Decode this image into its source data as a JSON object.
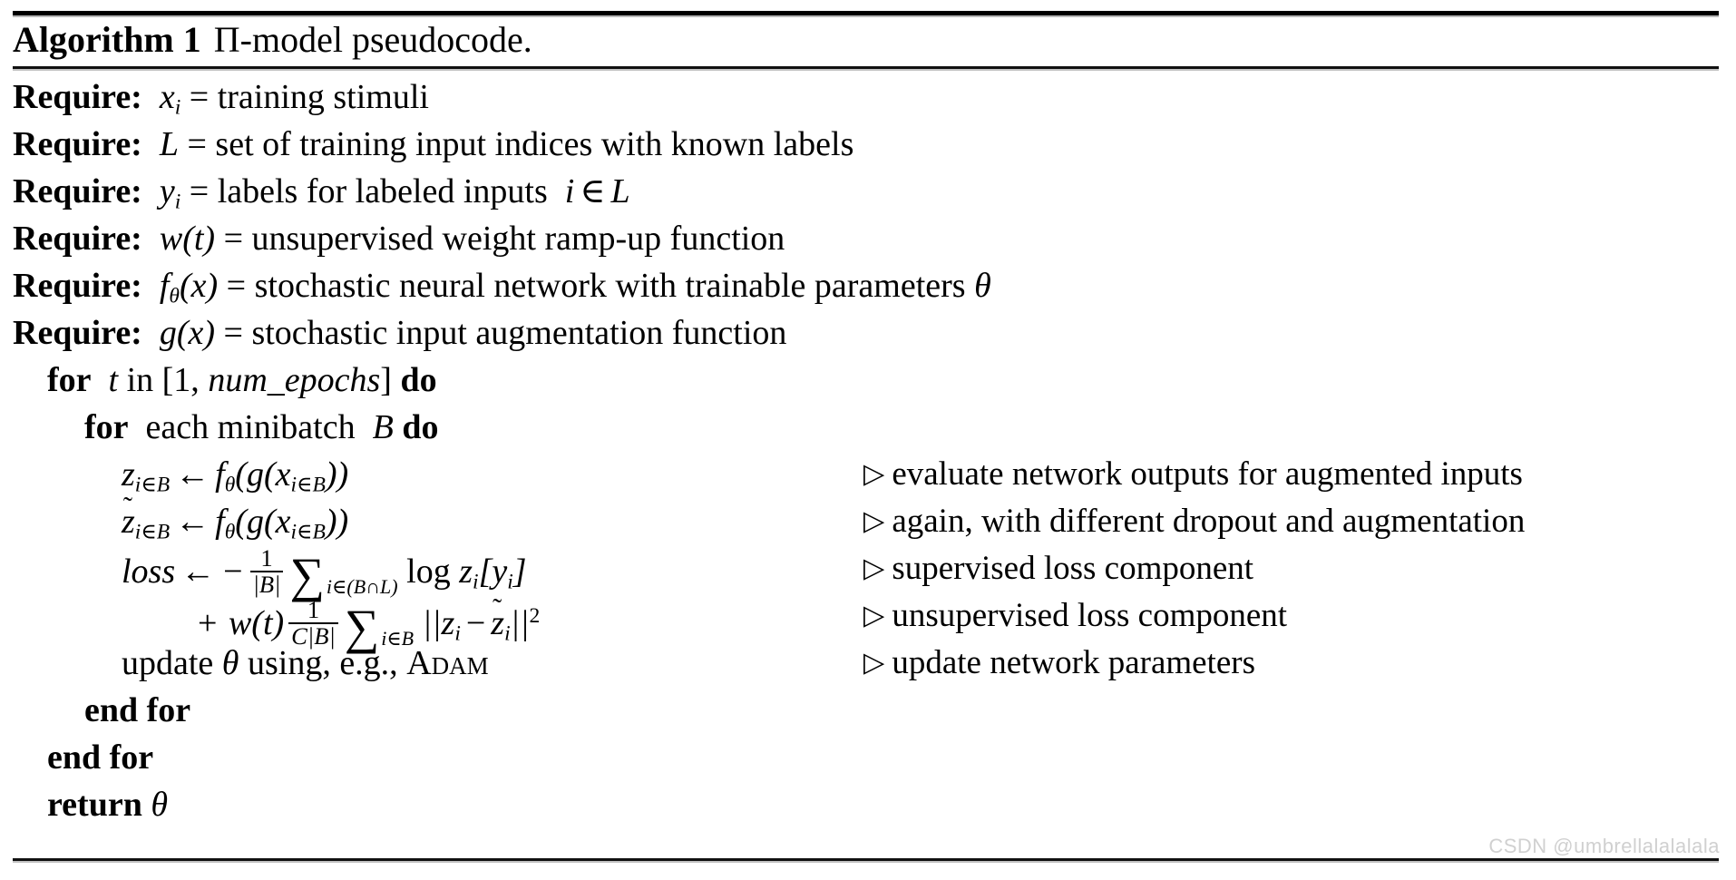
{
  "document": {
    "type": "algorithm-pseudocode-block",
    "caption": {
      "label": "Algorithm 1",
      "title": "Π-model pseudocode."
    },
    "rules": {
      "top": "double-rule",
      "middle": "rule",
      "bottom": "rule"
    },
    "requires": [
      {
        "keyword": "Require:",
        "symbol": "xᵢ",
        "text": "= training stimuli"
      },
      {
        "keyword": "Require:",
        "symbol": "L",
        "text": "= set of training input indices with known labels"
      },
      {
        "keyword": "Require:",
        "symbol": "yᵢ",
        "text": "= labels for labeled inputs i ∈ L"
      },
      {
        "keyword": "Require:",
        "symbol": "w(t)",
        "text": "= unsupervised weight ramp-up function"
      },
      {
        "keyword": "Require:",
        "symbol": "fθ(x)",
        "text": "= stochastic neural network with trainable parameters θ"
      },
      {
        "keyword": "Require:",
        "symbol": "g(x)",
        "text": "= stochastic input augmentation function"
      }
    ],
    "lines": [
      {
        "id": "for-epochs",
        "indent": 1,
        "code": "for t in [1, num_epochs] do",
        "comment": ""
      },
      {
        "id": "for-minibatch",
        "indent": 2,
        "code": "for each minibatch B do",
        "comment": ""
      },
      {
        "id": "eval-z",
        "indent": 3,
        "code": "zᵢ∈B ← fθ(g(xᵢ∈B))",
        "comment": "▷ evaluate network outputs for augmented inputs"
      },
      {
        "id": "eval-ztilde",
        "indent": 3,
        "code": "z̃ᵢ∈B ← fθ(g(xᵢ∈B))",
        "comment": "▷ again, with different dropout and augmentation"
      },
      {
        "id": "loss-supervised",
        "indent": 3,
        "code": "loss ← − 1/|B| Σᵢ∈(B∩L) log zᵢ[yᵢ]",
        "comment": "▷ supervised loss component"
      },
      {
        "id": "loss-unsupervised",
        "indent": 4,
        "code": "+ w(t) 1/(C|B|) Σᵢ∈B ||zᵢ − z̃ᵢ||²",
        "comment": "▷ unsupervised loss component"
      },
      {
        "id": "update-theta",
        "indent": 3,
        "code": "update θ using, e.g., ADAM",
        "comment": "▷ update network parameters"
      },
      {
        "id": "end-for-inner",
        "indent": 2,
        "code": "end for",
        "comment": ""
      },
      {
        "id": "end-for-outer",
        "indent": 1,
        "code": "end for",
        "comment": ""
      },
      {
        "id": "return",
        "indent": 1,
        "code": "return θ",
        "comment": ""
      }
    ],
    "comments": {
      "eval_outputs": "evaluate network outputs for augmented inputs",
      "again_dropout": "again, with different dropout and augmentation",
      "supervised_loss": "supervised loss component",
      "unsupervised_loss": "unsupervised loss component",
      "update_params": "update network parameters"
    },
    "keywords": {
      "require": "Require:",
      "for": "for",
      "in": "in",
      "do": "do",
      "each_minibatch": "each minibatch",
      "end_for": "end for",
      "return": "return",
      "update": "update",
      "using": "using, e.g.,",
      "adam": "Adam",
      "log": "log"
    },
    "text_fragments": {
      "req1": "= training stimuli",
      "req2": "= set of training input indices with known labels",
      "req3_a": "= labels for labeled inputs",
      "req4": "= unsupervised weight ramp-up function",
      "req5": "= stochastic neural network with trainable parameters",
      "req6": "= stochastic input augmentation function",
      "num_epochs": "num_epochs"
    },
    "symbols": {
      "x": "x",
      "y": "y",
      "z": "z",
      "L": "L",
      "B": "B",
      "C": "C",
      "t": "t",
      "i": "i",
      "w": "w",
      "f": "f",
      "g": "g",
      "theta": "θ",
      "pi": "Π",
      "in_set": "∈",
      "intersect": "∩",
      "arrow_left": "←",
      "minus": "−",
      "plus": "+",
      "sum": "∑",
      "triangle": "▹",
      "tilde": "̃",
      "abs": "|",
      "norm": "‖",
      "square": "2",
      "lbrack": "[",
      "rbrack": "]",
      "lparen": "(",
      "rparen": ")",
      "one": "1",
      "comma": ",",
      "equals": "="
    },
    "watermark": "CSDN @umbrellalalalala",
    "colors": {
      "text": "#000000",
      "rule": "#000000",
      "watermark": "#d0d0d0",
      "background": "#ffffff"
    }
  }
}
